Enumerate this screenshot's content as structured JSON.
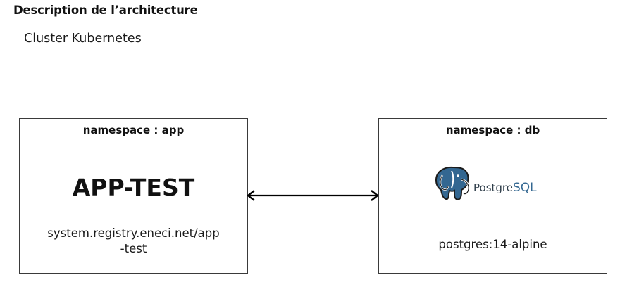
{
  "title": "Description de l’architecture",
  "subtitle": "Cluster Kubernetes",
  "app": {
    "namespace_label": "namespace  : app",
    "name": "APP-TEST",
    "image": "system.registry.eneci.net/app\n-test"
  },
  "db": {
    "namespace_label": "namespace  : db",
    "logo": {
      "icon": "postgresql-elephant-icon",
      "text_prefix": "Postgre",
      "text_suffix": "SQL"
    },
    "image": "postgres:14-alpine"
  },
  "connector": {
    "type": "bidirectional-arrow",
    "icon": "double-arrow-icon"
  },
  "colors": {
    "border": "#3a3a3a",
    "postgres_blue": "#336791",
    "text": "#111111"
  }
}
